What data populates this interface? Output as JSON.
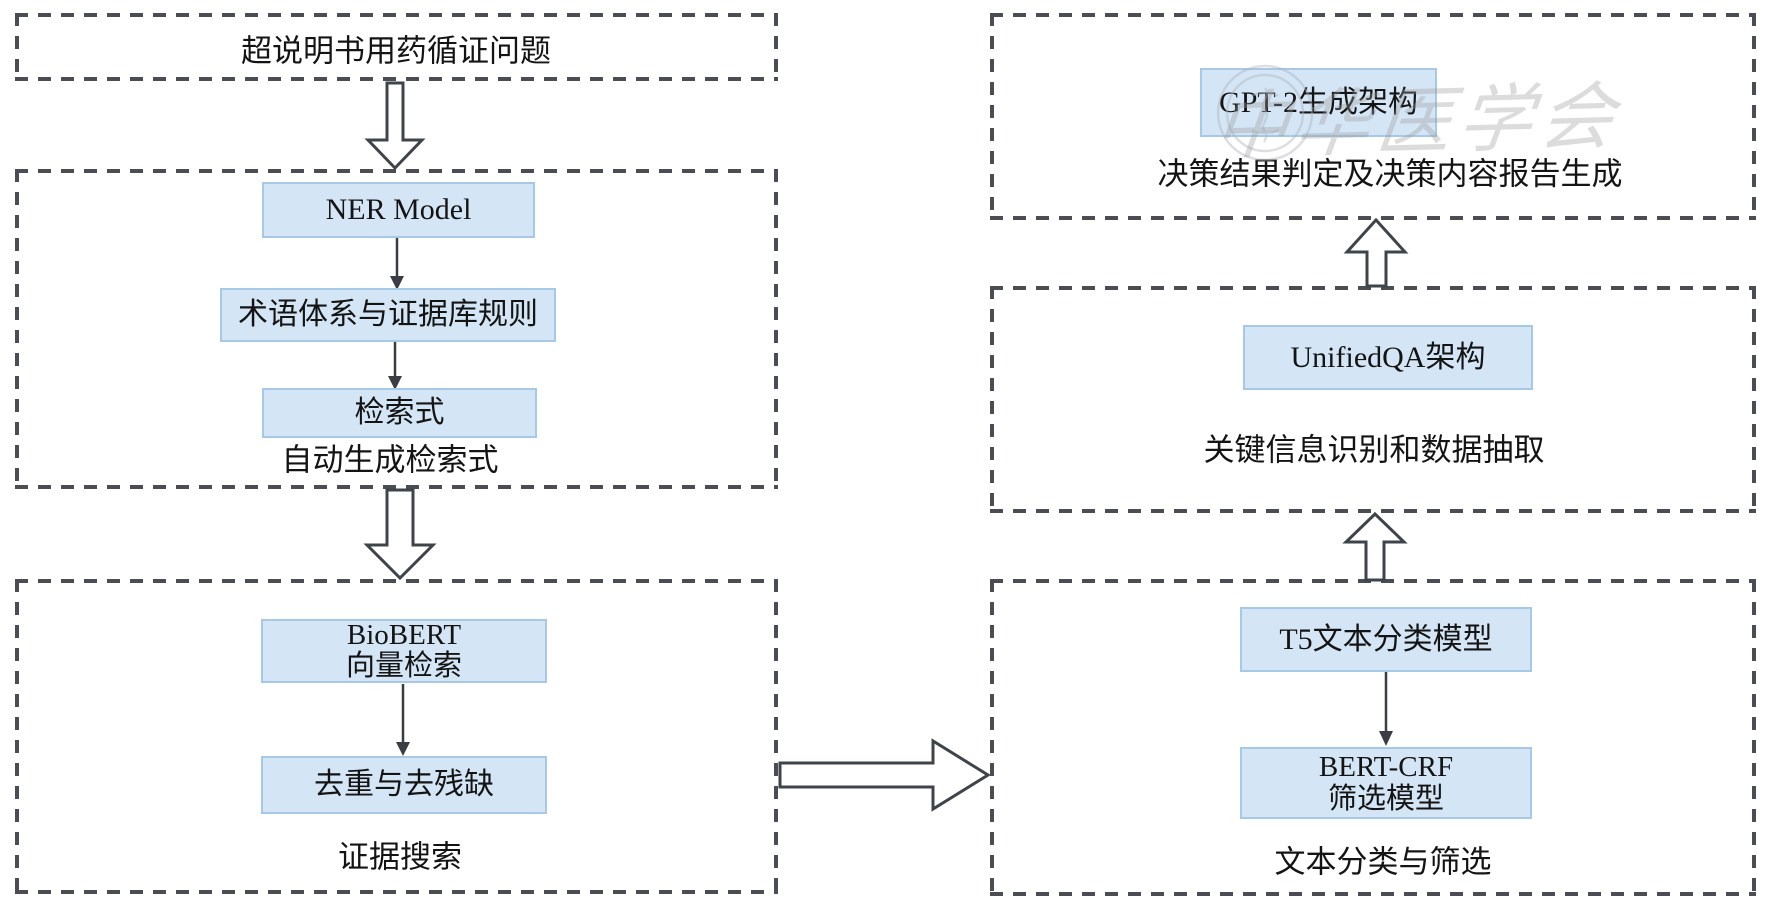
{
  "colors": {
    "node_fill": "#d4e6f6",
    "node_border": "#a6c9e7",
    "dash": "#4a4e54",
    "text": "#141414",
    "arrow_outline": "#3f444a",
    "watermark": "#9a9a9a"
  },
  "flow": {
    "problem": {
      "title": "超说明书用药循证问题"
    },
    "query_generation": {
      "ner": "NER Model",
      "terminology": "术语体系与证据库规则",
      "query": "检索式",
      "label": "自动生成检索式"
    },
    "evidence_search": {
      "biobert_line1": "BioBERT",
      "biobert_line2": "向量检索",
      "dedup": "去重与去残缺",
      "label": "证据搜索"
    },
    "classification": {
      "t5": "T5文本分类模型",
      "bertcrf_line1": "BERT-CRF",
      "bertcrf_line2": "筛选模型",
      "label": "文本分类与筛选"
    },
    "extraction": {
      "unifiedqa": "UnifiedQA架构",
      "label": "关键信息识别和数据抽取"
    },
    "report": {
      "gpt2": "GPT-2生成架构",
      "label": "决策结果判定及决策内容报告生成"
    },
    "watermark": "中华医学会"
  }
}
